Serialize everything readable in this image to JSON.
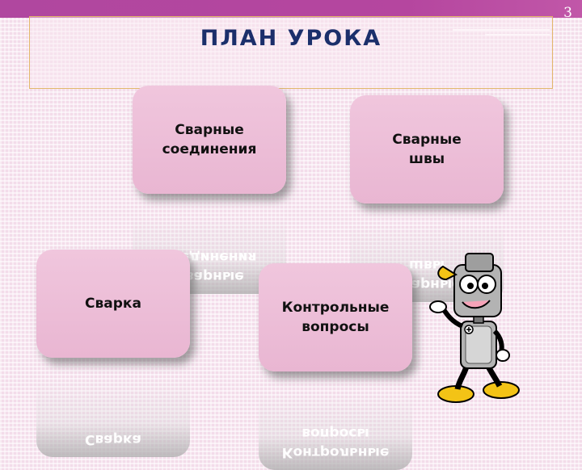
{
  "slide": {
    "title": "ПЛАН УРОКА",
    "number": "3"
  },
  "cards": [
    {
      "id": "welded-joints",
      "label": "Сварные\nсоединения"
    },
    {
      "id": "welds",
      "label": "Сварные\nшвы"
    },
    {
      "id": "welding",
      "label": "Сварка"
    },
    {
      "id": "control-questions",
      "label": "Контрольные\nвопросы"
    }
  ],
  "illustration": {
    "name": "robot-mascot-icon"
  },
  "colors": {
    "top_band": "#b5469f",
    "title_text": "#1b2f6b",
    "card_fill": "#ecbdd7",
    "frame_border": "#e2b86b"
  }
}
